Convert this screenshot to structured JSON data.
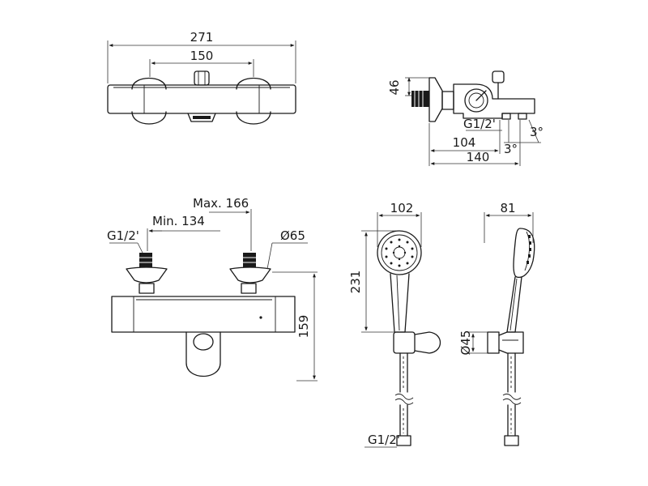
{
  "dimensions": {
    "top_total_width": "271",
    "top_center_spacing": "150",
    "side_height": "46",
    "side_thread": "G1/2'",
    "side_offset_104": "104",
    "side_total_140": "140",
    "side_angle_a": "3°",
    "side_angle_b": "3°",
    "front_max": "Max. 166",
    "front_min": "Min. 134",
    "front_thread": "G1/2'",
    "front_diameter": "Ø65",
    "front_height": "159",
    "hand_width": "102",
    "hand_length": "231",
    "hand_depth": "81",
    "holder_diameter": "Ø45",
    "hose_thread": "G1/2'"
  }
}
